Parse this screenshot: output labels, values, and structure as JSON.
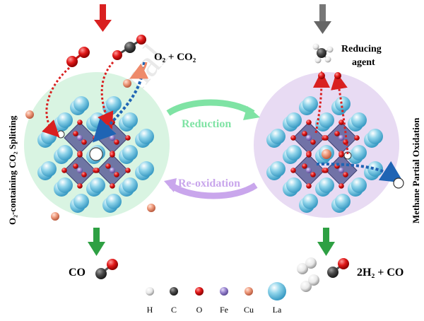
{
  "watermark": "Journal",
  "left_panel": {
    "side_label": "O₂-containing CO₂ Splitting",
    "input_label": "O₂ + CO₂",
    "output_label": "CO"
  },
  "right_panel": {
    "side_label": "Methane Partial Oxidation",
    "input_label_line1": "Reducing",
    "input_label_line2": "agent",
    "output_label": "2H₂ + CO"
  },
  "cycle": {
    "top_arrow_label": "Reduction",
    "bottom_arrow_label": "Re-oxidation"
  },
  "legend": [
    {
      "symbol": "H",
      "color": "#e8e8e8"
    },
    {
      "symbol": "C",
      "color": "#4a4a4a"
    },
    {
      "symbol": "O",
      "color": "#e01818"
    },
    {
      "symbol": "Fe",
      "color": "#9a86d0"
    },
    {
      "symbol": "Cu",
      "color": "#ee9a7c"
    },
    {
      "symbol": "La",
      "color": "#8fd4ea"
    }
  ],
  "colors": {
    "left_disc": "#d9f4e2",
    "right_disc": "#e8dbf3",
    "reduction_arrow": "#7fe3a4",
    "reoxidation_arrow": "#c9a6ec",
    "reduction_text": "#7fe3a4",
    "reoxidation_text": "#c9a6ec",
    "down_arrow_green": "#2ea043",
    "down_arrow_red": "#d92020",
    "down_arrow_gray": "#777777",
    "path_red": "#d92020",
    "path_blue": "#1f64b4",
    "octahedron": "#5c5f99"
  }
}
